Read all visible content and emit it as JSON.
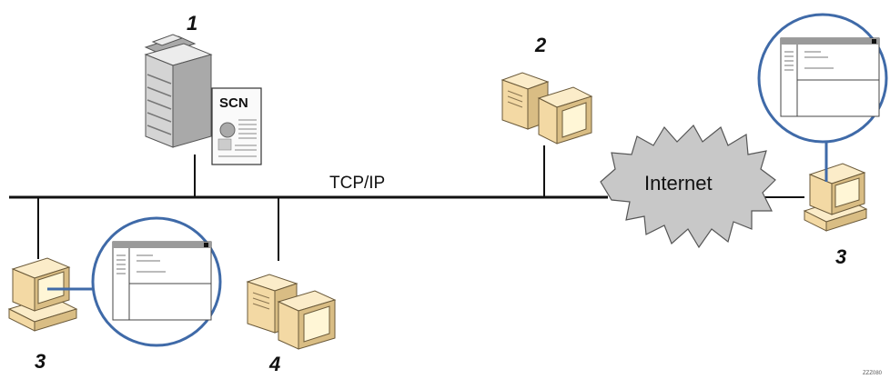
{
  "network": {
    "protocol_label": "TCP/IP",
    "internet_label": "Internet"
  },
  "scanner_doc_label": "SCN",
  "callouts": {
    "scanner": "1",
    "server": "2",
    "client_local": "3",
    "client_remote": "3",
    "server_lower": "4"
  },
  "reference_code": "ZZZ080",
  "colors": {
    "line": "#111111",
    "computer_tan": "#f3d9a4",
    "cloud_gray": "#c8c8c8",
    "bubble_blue": "#3f6aa8",
    "scanner_gray": "#d4d4d4"
  },
  "icons": [
    "scanner-icon",
    "document-icon",
    "server-icon",
    "desktop-computer-icon",
    "internet-cloud-icon",
    "zoom-bubble-icon"
  ]
}
